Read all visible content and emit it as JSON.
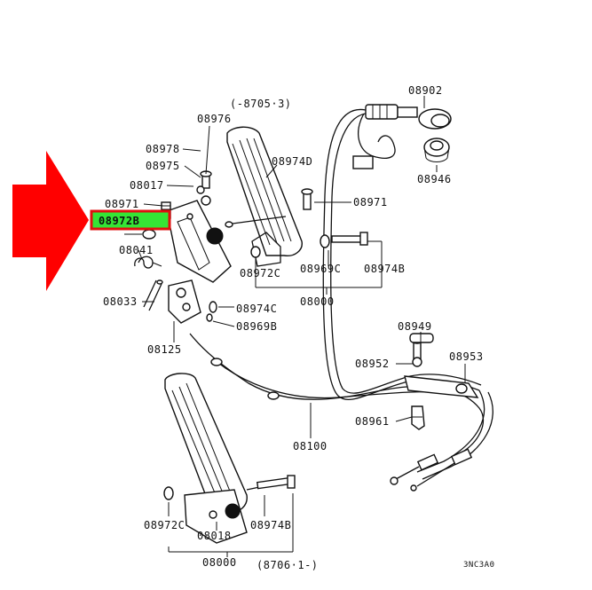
{
  "diagram": {
    "header_code": "(-8705·3)",
    "footer_code": "(8706·1-)",
    "figure_code": "3NC3A0",
    "highlight": {
      "part": "08972B",
      "fill": "#35e535",
      "border": "#e01010"
    },
    "arrow_color": "#ff0000",
    "parts": {
      "p08902": "08902",
      "p08946": "08946",
      "p08976": "08976",
      "p08978": "08978",
      "p08975": "08975",
      "p08017": "08017",
      "p08974D": "08974D",
      "p08971a": "08971",
      "p08971b": "08971",
      "p08972B": "08972B",
      "p08041": "08041",
      "p08972C_a": "08972C",
      "p08969C": "08969C",
      "p08974B_a": "08974B",
      "p08000_a": "08000",
      "p08033": "08033",
      "p08974C": "08974C",
      "p08969B": "08969B",
      "p08125": "08125",
      "p08949": "08949",
      "p08952": "08952",
      "p08953": "08953",
      "p08961": "08961",
      "p08100": "08100",
      "p08972C_b": "08972C",
      "p08018": "08018",
      "p08974B_b": "08974B",
      "p08000_b": "08000"
    }
  }
}
